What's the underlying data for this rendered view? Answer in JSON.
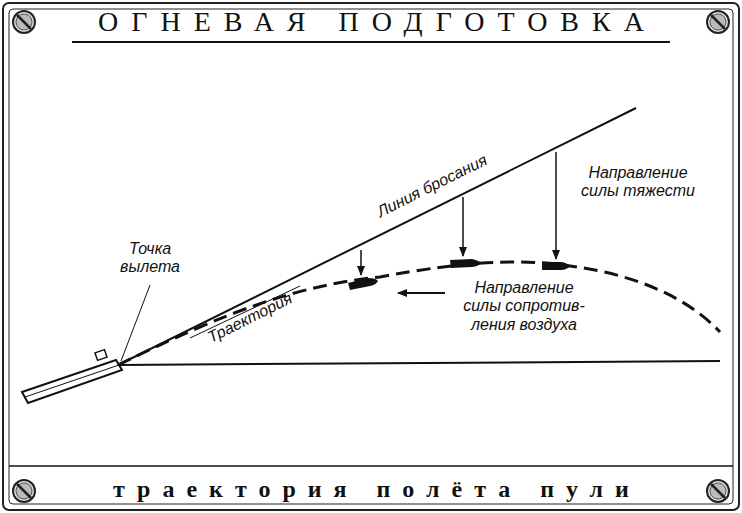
{
  "diagram": {
    "title": "ОГНЕВАЯ ПОДГОТОВКА",
    "caption": "траектория полёта пули",
    "labels": [
      "Точка вылета",
      "Линия бросания",
      "Траектория",
      "Направление силы тяжести",
      "Направление силы сопротив- ления воздуха"
    ]
  }
}
